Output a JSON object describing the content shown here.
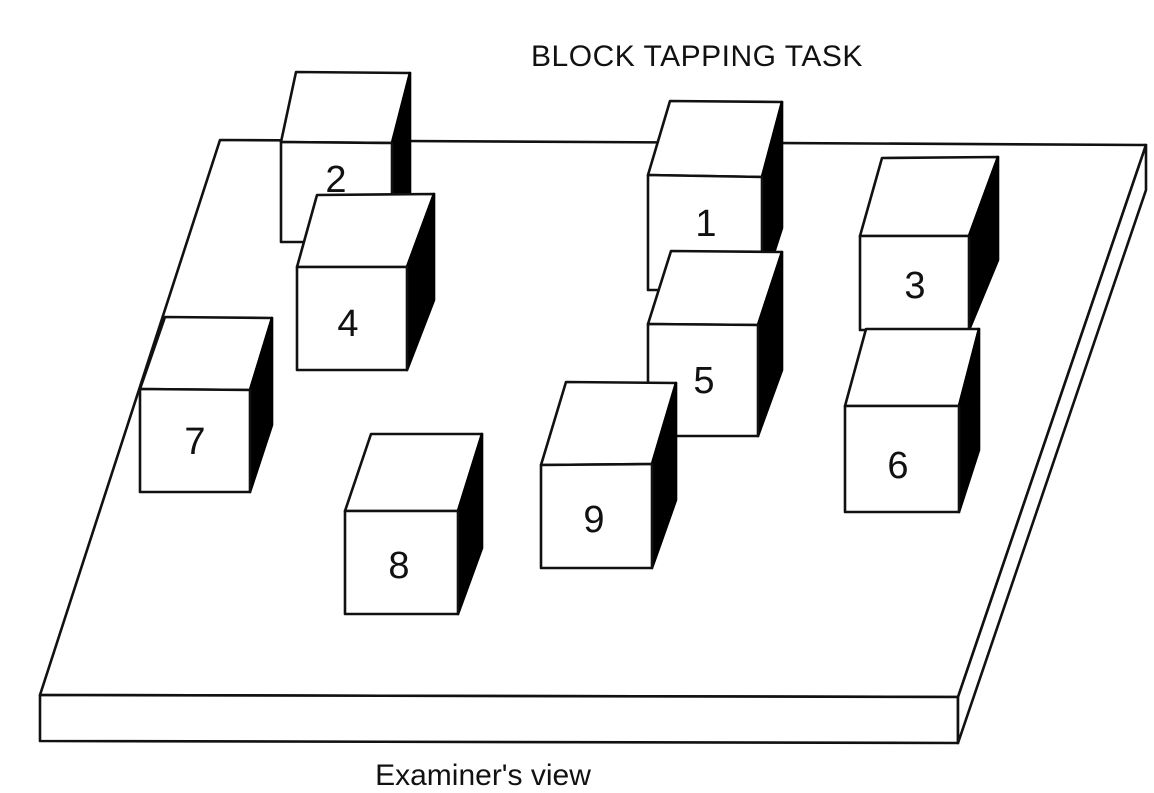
{
  "title": "BLOCK TAPPING TASK",
  "caption": "Examiner's view",
  "blocks": [
    {
      "number": "1"
    },
    {
      "number": "2"
    },
    {
      "number": "3"
    },
    {
      "number": "4"
    },
    {
      "number": "5"
    },
    {
      "number": "6"
    },
    {
      "number": "7"
    },
    {
      "number": "8"
    },
    {
      "number": "9"
    }
  ]
}
